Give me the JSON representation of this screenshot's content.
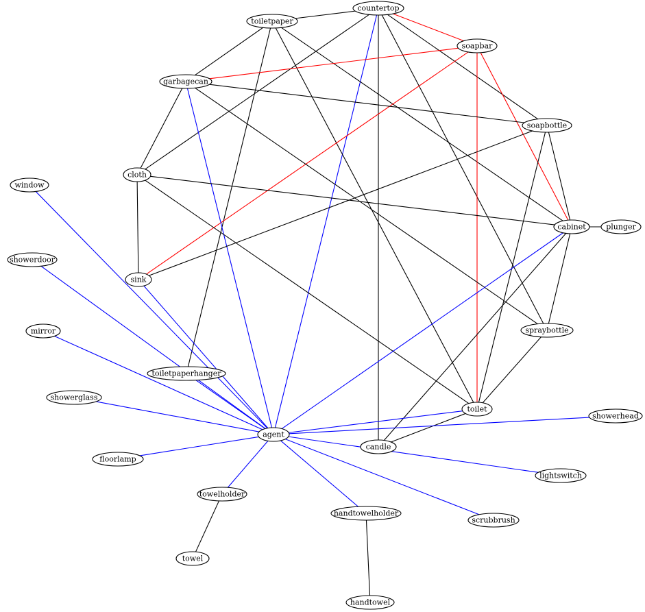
{
  "colors": {
    "default": "#000000",
    "agent": "#0000ff",
    "soapbar": "#ff0000"
  },
  "nodes": [
    {
      "id": "countertop",
      "label": "countertop"
    },
    {
      "id": "toiletpaper",
      "label": "toiletpaper"
    },
    {
      "id": "soapbar",
      "label": "soapbar",
      "color": "#ff0000"
    },
    {
      "id": "garbagecan",
      "label": "garbagecan"
    },
    {
      "id": "soapbottle",
      "label": "soapbottle"
    },
    {
      "id": "cloth",
      "label": "cloth"
    },
    {
      "id": "window",
      "label": "window"
    },
    {
      "id": "cabinet",
      "label": "cabinet"
    },
    {
      "id": "plunger",
      "label": "plunger"
    },
    {
      "id": "showerdoor",
      "label": "showerdoor"
    },
    {
      "id": "sink",
      "label": "sink"
    },
    {
      "id": "mirror",
      "label": "mirror"
    },
    {
      "id": "spraybottle",
      "label": "spraybottle"
    },
    {
      "id": "toiletpaperhanger",
      "label": "toiletpaperhanger"
    },
    {
      "id": "showerglass",
      "label": "showerglass"
    },
    {
      "id": "toilet",
      "label": "toilet"
    },
    {
      "id": "showerhead",
      "label": "showerhead"
    },
    {
      "id": "agent",
      "label": "agent",
      "color": "#0000ff"
    },
    {
      "id": "candle",
      "label": "candle"
    },
    {
      "id": "floorlamp",
      "label": "floorlamp"
    },
    {
      "id": "lightswitch",
      "label": "lightswitch"
    },
    {
      "id": "towelholder",
      "label": "towelholder"
    },
    {
      "id": "handtowelholder",
      "label": "handtowelholder"
    },
    {
      "id": "scrubbrush",
      "label": "scrubbrush"
    },
    {
      "id": "towel",
      "label": "towel"
    },
    {
      "id": "handtowel",
      "label": "handtowel"
    }
  ],
  "edges": [
    {
      "source": "countertop",
      "target": "toiletpaper",
      "color": "#000000"
    },
    {
      "source": "countertop",
      "target": "soapbar",
      "color": "#ff0000"
    },
    {
      "source": "countertop",
      "target": "cloth",
      "color": "#000000"
    },
    {
      "source": "countertop",
      "target": "soapbottle",
      "color": "#000000"
    },
    {
      "source": "countertop",
      "target": "spraybottle",
      "color": "#000000"
    },
    {
      "source": "countertop",
      "target": "candle",
      "color": "#000000"
    },
    {
      "source": "countertop",
      "target": "agent",
      "color": "#0000ff"
    },
    {
      "source": "toiletpaper",
      "target": "garbagecan",
      "color": "#000000"
    },
    {
      "source": "toiletpaper",
      "target": "toiletpaperhanger",
      "color": "#000000"
    },
    {
      "source": "toiletpaper",
      "target": "toilet",
      "color": "#000000"
    },
    {
      "source": "toiletpaper",
      "target": "cabinet",
      "color": "#000000"
    },
    {
      "source": "soapbar",
      "target": "garbagecan",
      "color": "#ff0000"
    },
    {
      "source": "soapbar",
      "target": "sink",
      "color": "#ff0000"
    },
    {
      "source": "soapbar",
      "target": "toilet",
      "color": "#ff0000"
    },
    {
      "source": "soapbar",
      "target": "cabinet",
      "color": "#ff0000"
    },
    {
      "source": "garbagecan",
      "target": "soapbottle",
      "color": "#000000"
    },
    {
      "source": "garbagecan",
      "target": "cloth",
      "color": "#000000"
    },
    {
      "source": "garbagecan",
      "target": "spraybottle",
      "color": "#000000"
    },
    {
      "source": "garbagecan",
      "target": "agent",
      "color": "#0000ff"
    },
    {
      "source": "soapbottle",
      "target": "cabinet",
      "color": "#000000"
    },
    {
      "source": "soapbottle",
      "target": "sink",
      "color": "#000000"
    },
    {
      "source": "soapbottle",
      "target": "toilet",
      "color": "#000000"
    },
    {
      "source": "cloth",
      "target": "cabinet",
      "color": "#000000"
    },
    {
      "source": "cloth",
      "target": "sink",
      "color": "#000000"
    },
    {
      "source": "cloth",
      "target": "toilet",
      "color": "#000000"
    },
    {
      "source": "cabinet",
      "target": "plunger",
      "color": "#000000"
    },
    {
      "source": "cabinet",
      "target": "spraybottle",
      "color": "#000000"
    },
    {
      "source": "cabinet",
      "target": "candle",
      "color": "#000000"
    },
    {
      "source": "cabinet",
      "target": "agent",
      "color": "#0000ff"
    },
    {
      "source": "spraybottle",
      "target": "toilet",
      "color": "#000000"
    },
    {
      "source": "toilet",
      "target": "candle",
      "color": "#000000"
    },
    {
      "source": "toilet",
      "target": "agent",
      "color": "#0000ff"
    },
    {
      "source": "window",
      "target": "agent",
      "color": "#0000ff"
    },
    {
      "source": "showerdoor",
      "target": "agent",
      "color": "#0000ff"
    },
    {
      "source": "sink",
      "target": "agent",
      "color": "#0000ff"
    },
    {
      "source": "mirror",
      "target": "agent",
      "color": "#0000ff"
    },
    {
      "source": "toiletpaperhanger",
      "target": "agent",
      "color": "#0000ff"
    },
    {
      "source": "showerglass",
      "target": "agent",
      "color": "#0000ff"
    },
    {
      "source": "floorlamp",
      "target": "agent",
      "color": "#0000ff"
    },
    {
      "source": "showerhead",
      "target": "agent",
      "color": "#0000ff"
    },
    {
      "source": "lightswitch",
      "target": "agent",
      "color": "#0000ff"
    },
    {
      "source": "towelholder",
      "target": "agent",
      "color": "#0000ff"
    },
    {
      "source": "handtowelholder",
      "target": "agent",
      "color": "#0000ff"
    },
    {
      "source": "scrubbrush",
      "target": "agent",
      "color": "#0000ff"
    },
    {
      "source": "towelholder",
      "target": "towel",
      "color": "#000000"
    },
    {
      "source": "handtowelholder",
      "target": "handtowel",
      "color": "#000000"
    }
  ]
}
